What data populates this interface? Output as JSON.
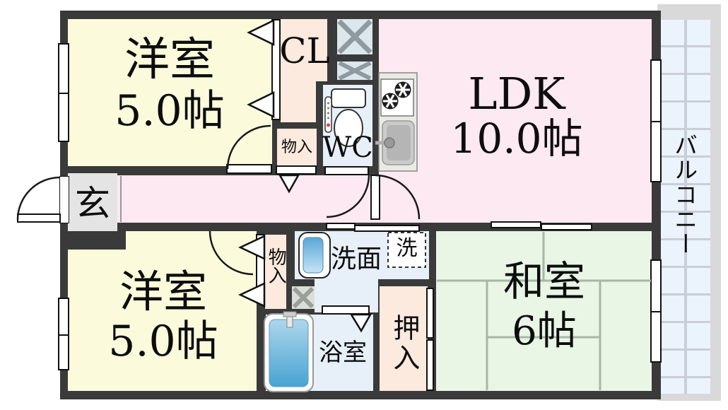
{
  "floorplan": {
    "rooms": {
      "western_room_top": {
        "name": "洋室",
        "size": "5.0帖"
      },
      "closet_cl": {
        "label": "CL"
      },
      "storage_top": {
        "label": "物入"
      },
      "wc": {
        "label": "WC"
      },
      "ldk": {
        "name": "LDK",
        "size": "10.0帖"
      },
      "entrance": {
        "label": "玄"
      },
      "western_room_bottom": {
        "name": "洋室",
        "size": "5.0帖"
      },
      "storage_bottom": {
        "label": "物入"
      },
      "washroom": {
        "label": "洗面"
      },
      "washing_machine": {
        "label": "洗"
      },
      "bathroom": {
        "label": "浴室"
      },
      "oshiire": {
        "label": "押入"
      },
      "japanese_room": {
        "name": "和室",
        "size": "6帖"
      },
      "balcony": {
        "label": "バルコニー"
      }
    },
    "colors": {
      "wall": "#3a3a3a",
      "western_room": "#fbfbdc",
      "ldk_hall": "#fce9f1",
      "japanese_room": "#e9f6e6",
      "closet": "#fbeadd",
      "wet_area": "#e7f0f9",
      "pipe_shaft": "#dbe7eb",
      "entrance": "#e4e4e4",
      "balcony_floor": "#ebf3fc",
      "balcony_frame": "#d9d9d9",
      "tatami_line": "#a8b6a6"
    }
  }
}
